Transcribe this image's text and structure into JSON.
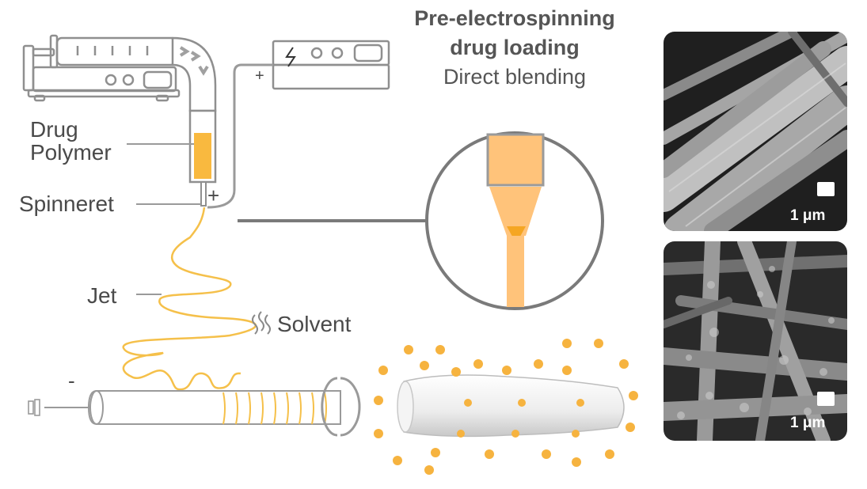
{
  "title": {
    "line1": "Pre-electrospinning",
    "line2": "drug loading",
    "line3": "Direct blending"
  },
  "labels": {
    "drug": "Drug",
    "polymer": "Polymer",
    "spinneret": "Spinneret",
    "jet": "Jet",
    "solvent": "Solvent",
    "plus_supply": "+",
    "plus_needle": "+",
    "minus": "-"
  },
  "sem": {
    "top_scale": "1 μm",
    "bottom_scale": "1 μm"
  },
  "colors": {
    "polymer_orange": "#FFC37A",
    "jet_yellow": "#F5C04A",
    "drug_dot": "#F6B33F",
    "line_gray": "#8f8f8f"
  }
}
